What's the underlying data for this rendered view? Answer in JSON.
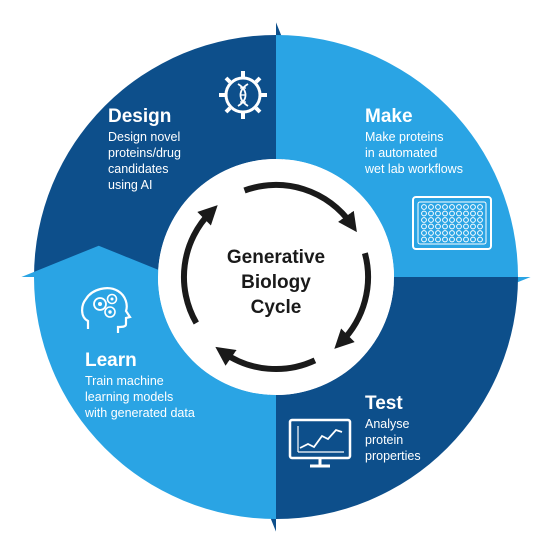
{
  "center": {
    "line1": "Generative",
    "line2": "Biology",
    "line3": "Cycle"
  },
  "stages": {
    "design": {
      "title": "Design",
      "lines": [
        "Design novel",
        "proteins/drug",
        "candidates",
        "using AI"
      ],
      "icon": "dna-gear-icon",
      "color": "#0d4f8b"
    },
    "make": {
      "title": "Make",
      "lines": [
        "Make proteins",
        "in automated",
        "wet lab workflows"
      ],
      "icon": "well-plate-icon",
      "color": "#2aa4e4"
    },
    "test": {
      "title": "Test",
      "lines": [
        "Analyse",
        "protein",
        "properties"
      ],
      "icon": "monitor-chart-icon",
      "color": "#0d4f8b"
    },
    "learn": {
      "title": "Learn",
      "lines": [
        "Train machine",
        "learning models",
        "with generated data"
      ],
      "icon": "head-gears-icon",
      "color": "#2aa4e4"
    }
  },
  "colors": {
    "dark_blue": "#0d4f8b",
    "light_blue": "#2aa4e4",
    "inner_arrow": "#1a1a1a"
  }
}
